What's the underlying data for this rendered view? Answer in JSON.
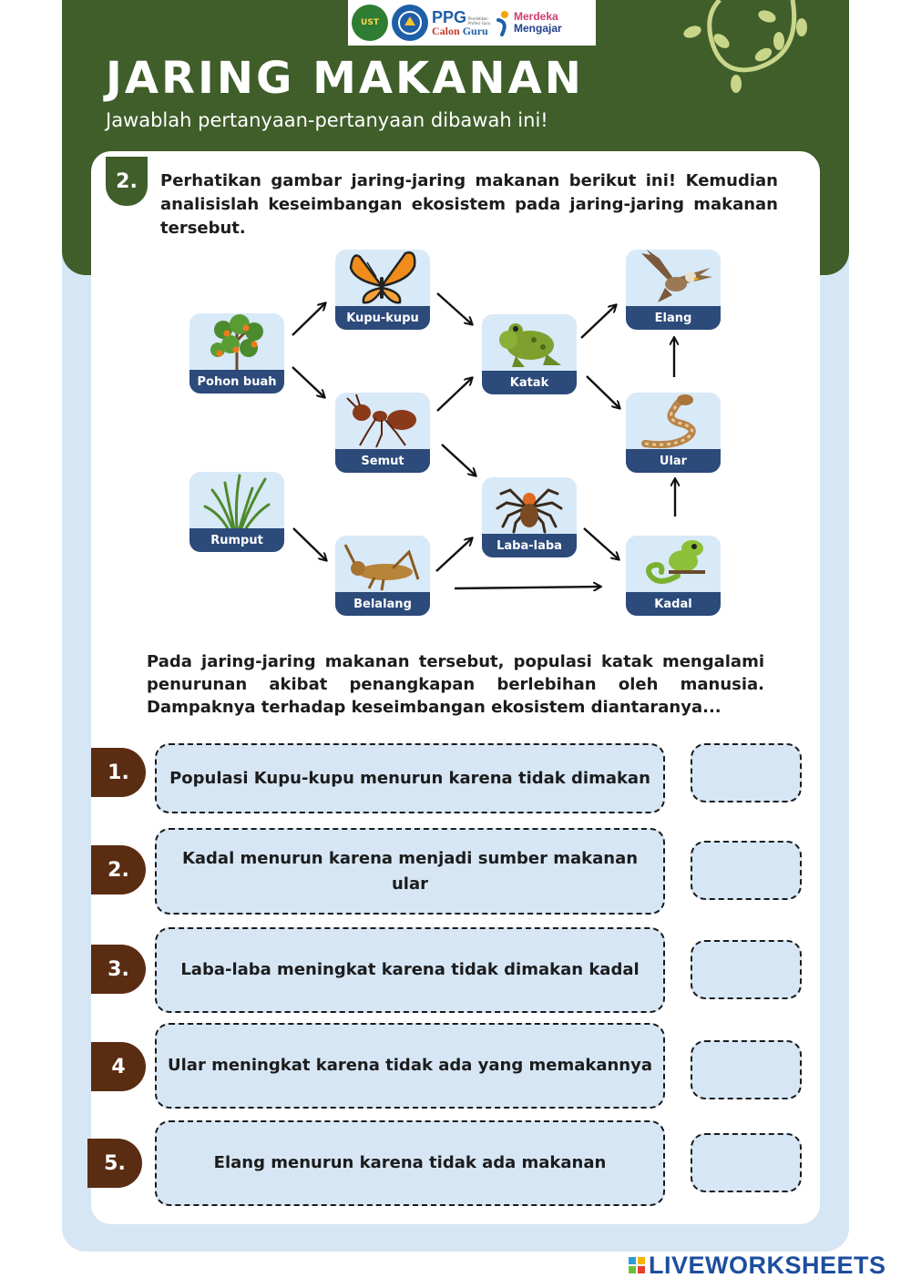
{
  "header": {
    "logos": {
      "ust": "UST",
      "ppg_main": "PPG",
      "ppg_tiny": "Pendidikan Profesi Guru",
      "ppg_calon": "Calon",
      "ppg_guru": "Guru",
      "merdeka": "Merdeka",
      "mengajar": "Mengajar"
    },
    "title": "JARING MAKANAN",
    "subtitle": "Jawablah pertanyaan-pertanyaan dibawah ini!"
  },
  "question": {
    "number": "2.",
    "text": "Perhatikan gambar jaring-jaring makanan berikut ini! Kemudian analisislah keseimbangan ekosistem pada jaring-jaring makanan tersebut."
  },
  "food_web": {
    "nodes": {
      "pohon_buah": "Pohon buah",
      "rumput": "Rumput",
      "kupu_kupu": "Kupu-kupu",
      "semut": "Semut",
      "belalang": "Belalang",
      "katak": "Katak",
      "laba_laba": "Laba-laba",
      "elang": "Elang",
      "ular": "Ular",
      "kadal": "Kadal"
    },
    "icons": [
      "fruit-tree-icon",
      "grass-icon",
      "butterfly-icon",
      "ant-icon",
      "grasshopper-icon",
      "frog-icon",
      "spider-icon",
      "eagle-icon",
      "snake-icon",
      "lizard-icon"
    ]
  },
  "scenario": "Pada jaring-jaring makanan tersebut, populasi katak mengalami penurunan akibat penangkapan berlebihan oleh manusia. Dampaknya terhadap keseimbangan ekosistem diantaranya...",
  "options": [
    {
      "number": "1.",
      "text": "Populasi Kupu-kupu menurun karena tidak dimakan"
    },
    {
      "number": "2.",
      "text": "Kadal menurun karena menjadi sumber makanan ular"
    },
    {
      "number": "3.",
      "text": "Laba-laba meningkat karena tidak dimakan kadal"
    },
    {
      "number": "4",
      "text": "Ular meningkat karena tidak ada yang memakannya"
    },
    {
      "number": "5.",
      "text": "Elang menurun karena tidak ada makanan"
    }
  ],
  "footer": {
    "brand": "LIVEWORKSHEETS"
  },
  "colors": {
    "header_green": "#3f5e2a",
    "panel_blue": "#d6e6f5",
    "label_navy": "#2c4a7a",
    "number_brown": "#5a2c12",
    "brand_blue": "#1d4e9e"
  }
}
